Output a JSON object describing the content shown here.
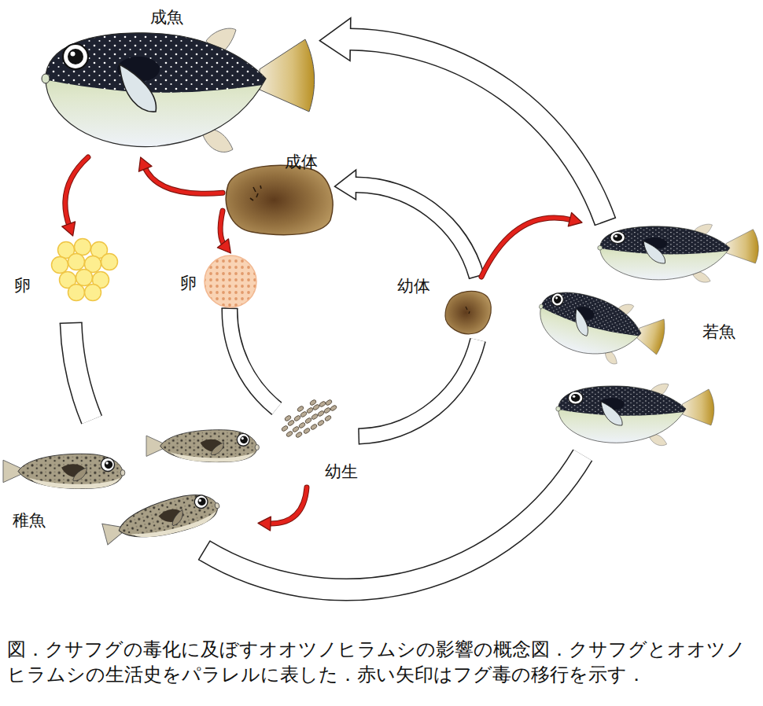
{
  "diagram": {
    "caption": "図．クサフグの毒化に及ぼすオオツノヒラムシの影響の概念図．クサフグとオオツノヒラムシの生活史をパラレルに表した．赤い矢印はフグ毒の移行を示す．",
    "nodes": [
      {
        "text": [
          "成魚"
        ]
      },
      {
        "text": [
          "成体"
        ]
      },
      {
        "text": [
          "卵"
        ]
      },
      {
        "text": [
          "卵"
        ]
      },
      {
        "text": [
          "幼体"
        ]
      },
      {
        "text": [
          "若魚"
        ]
      },
      {
        "text": [
          "幼生"
        ]
      },
      {
        "text": [
          "稚魚"
        ]
      }
    ],
    "edges": [
      {
        "from": 0,
        "to": 2,
        "arrow": "to"
      },
      {
        "from": 1,
        "to": 0,
        "arrow": "to"
      },
      {
        "from": 1,
        "to": 3,
        "arrow": "to"
      },
      {
        "from": 4,
        "to": 5,
        "arrow": "to"
      },
      {
        "from": 6,
        "to": 7,
        "arrow": "to"
      },
      {
        "from": 2,
        "to": 7,
        "arrow": "none"
      },
      {
        "from": 7,
        "to": 5,
        "arrow": "none"
      },
      {
        "from": 5,
        "to": 0,
        "arrow": "to"
      },
      {
        "from": 3,
        "to": 6,
        "arrow": "none"
      },
      {
        "from": 6,
        "to": 4,
        "arrow": "none"
      },
      {
        "from": 4,
        "to": 1,
        "arrow": "to"
      }
    ]
  }
}
